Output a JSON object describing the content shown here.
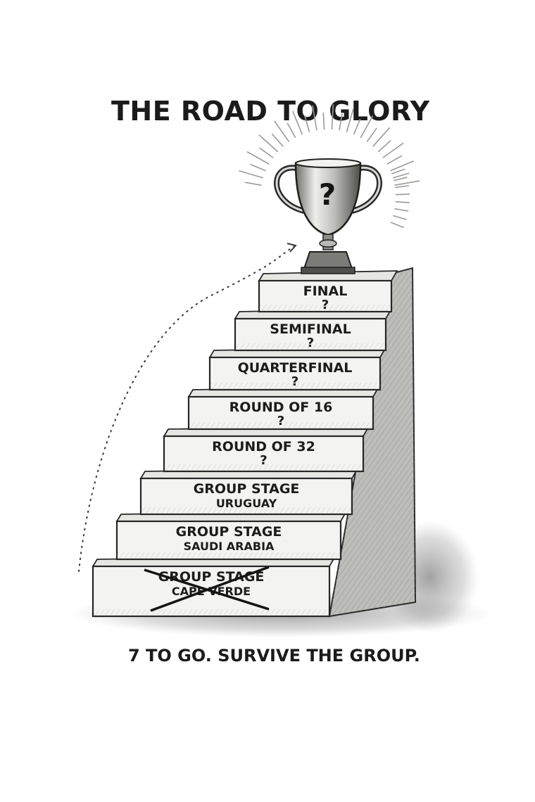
{
  "title": "THE ROAD TO GLORY",
  "trophy": {
    "label": "?",
    "icon": "trophy-icon"
  },
  "steps": [
    {
      "stage": "FINAL",
      "opponent": "?",
      "completed": false
    },
    {
      "stage": "SEMIFINAL",
      "opponent": "?",
      "completed": false
    },
    {
      "stage": "QUARTERFINAL",
      "opponent": "?",
      "completed": false
    },
    {
      "stage": "ROUND OF 16",
      "opponent": "?",
      "completed": false
    },
    {
      "stage": "ROUND OF 32",
      "opponent": "?",
      "completed": false
    },
    {
      "stage": "GROUP STAGE",
      "opponent": "URUGUAY",
      "completed": false
    },
    {
      "stage": "GROUP STAGE",
      "opponent": "SAUDI ARABIA",
      "completed": false
    },
    {
      "stage": "GROUP STAGE",
      "opponent": "CAPE VERDE",
      "completed": true
    }
  ],
  "footer": "7 TO GO. SURVIVE THE GROUP.",
  "colors": {
    "ink": "#1b1b1b",
    "stone_front": "#f3f3f1",
    "stone_top": "#e6e6e3",
    "stone_side": "#bdbdba",
    "cross": "#141414"
  }
}
